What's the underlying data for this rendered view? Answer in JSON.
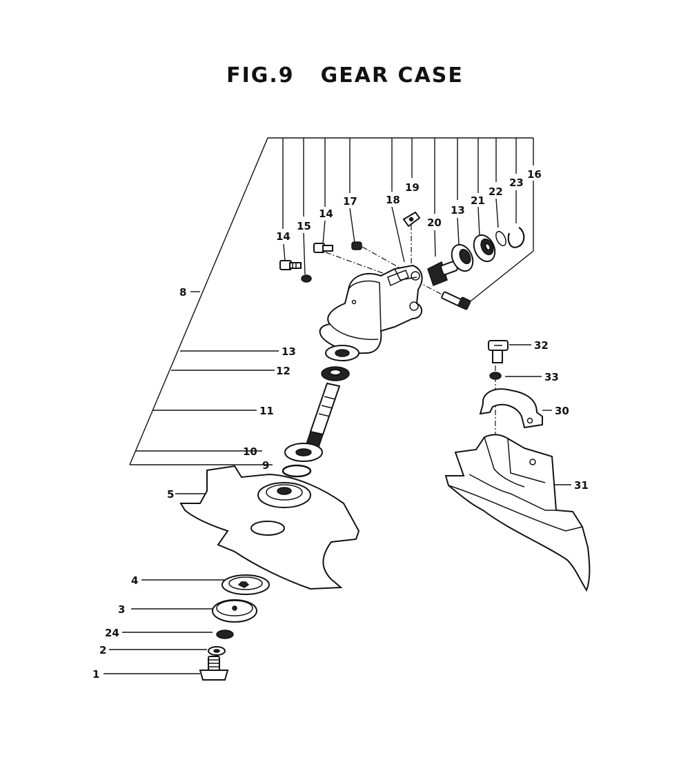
{
  "title": {
    "fig": "FIG.9",
    "name": "GEAR  CASE"
  },
  "labels": {
    "p1": "1",
    "p2": "2",
    "p3": "3",
    "p4": "4",
    "p5": "5",
    "p8": "8",
    "p9": "9",
    "p10": "10",
    "p11": "11",
    "p12": "12",
    "p13a": "13",
    "p14a": "14",
    "p14b": "14",
    "p15": "15",
    "p17": "17",
    "p18": "18",
    "p19": "19",
    "p20": "20",
    "p13b": "13",
    "p21": "21",
    "p22": "22",
    "p23": "23",
    "p16": "16",
    "p24": "24",
    "p30": "30",
    "p31": "31",
    "p32": "32",
    "p33": "33"
  }
}
